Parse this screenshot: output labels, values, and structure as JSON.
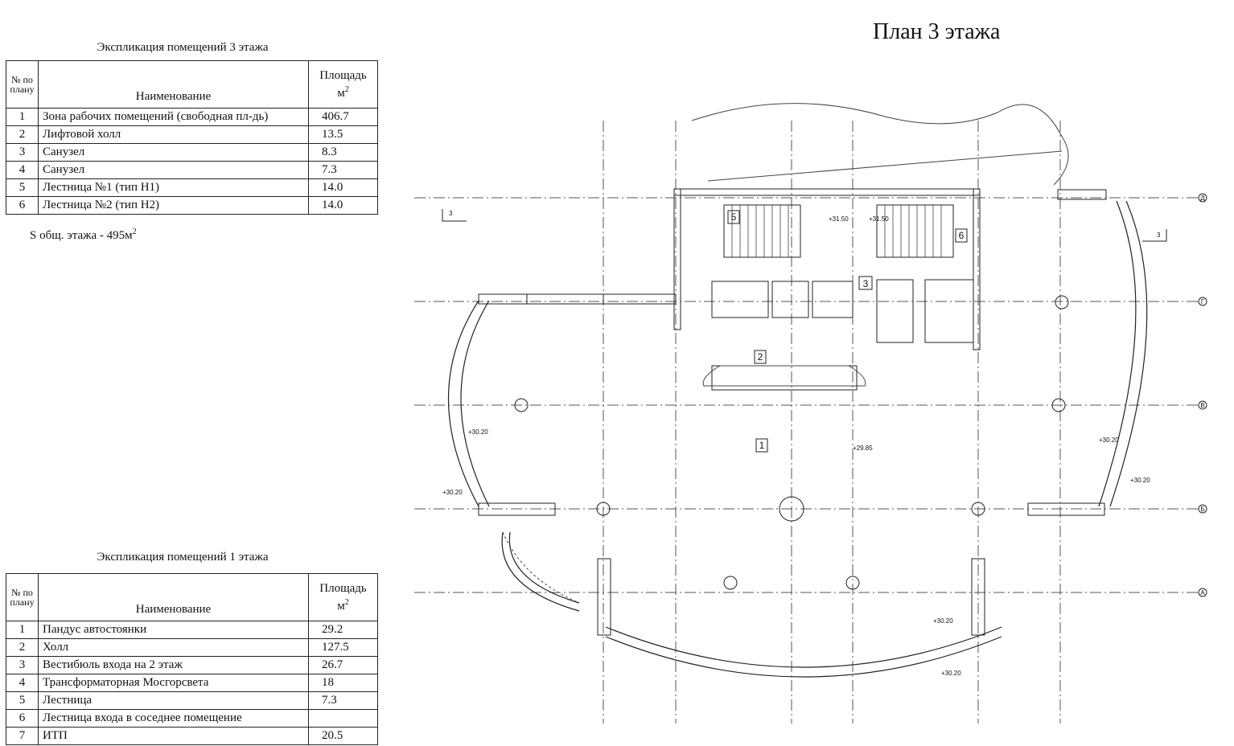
{
  "table3": {
    "caption": "Экспликация помещений 3 этажа",
    "header_num": "№ по плану",
    "header_name": "Наименование",
    "header_area": "Площадь",
    "header_area_unit": "м",
    "header_area_exp": "2",
    "rows": [
      {
        "num": "1",
        "name": "Зона рабочих помещений (свободная пл-дь)",
        "area": "406.7"
      },
      {
        "num": "2",
        "name": "Лифтовой холл",
        "area": "13.5"
      },
      {
        "num": "3",
        "name": "Санузел",
        "area": "8.3"
      },
      {
        "num": "4",
        "name": "Санузел",
        "area": "7.3"
      },
      {
        "num": "5",
        "name": "Лестница №1 (тип Н1)",
        "area": "14.0"
      },
      {
        "num": "6",
        "name": "Лестница №2 (тип Н2)",
        "area": "14.0"
      }
    ]
  },
  "total": {
    "text": "S общ. этажа - 495м",
    "exp": "2"
  },
  "table1": {
    "caption": "Экспликация помещений 1 этажа",
    "header_num": "№ по плану",
    "header_name": "Наименование",
    "header_area": "Площадь",
    "header_area_unit": "м",
    "header_area_exp": "2",
    "rows": [
      {
        "num": "1",
        "name": "Пандус автостоянки",
        "area": "29.2"
      },
      {
        "num": "2",
        "name": "Холл",
        "area": "127.5"
      },
      {
        "num": "3",
        "name": "Вестибюль входа на 2 этаж",
        "area": "26.7"
      },
      {
        "num": "4",
        "name": "Трансформаторная Мосгорсвета",
        "area": "18"
      },
      {
        "num": "5",
        "name": "Лестница",
        "area": "7.3"
      },
      {
        "num": "6",
        "name": "Лестница входа в соседнее помещение",
        "area": ""
      },
      {
        "num": "7",
        "name": "ИТП",
        "area": "20.5"
      }
    ]
  },
  "plan": {
    "title": "План 3 этажа",
    "room_tags": [
      "1",
      "2",
      "3",
      "5",
      "6"
    ],
    "level_marks": [
      "+31.50",
      "+31.50",
      "+29.85",
      "+30.20",
      "+30.20",
      "+30.20",
      "+30.20",
      "+30.20",
      "+30.20"
    ],
    "axis_marks": [
      "Д",
      "Г",
      "В",
      "Б",
      "А"
    ],
    "section_marks": [
      "3",
      "3"
    ]
  }
}
